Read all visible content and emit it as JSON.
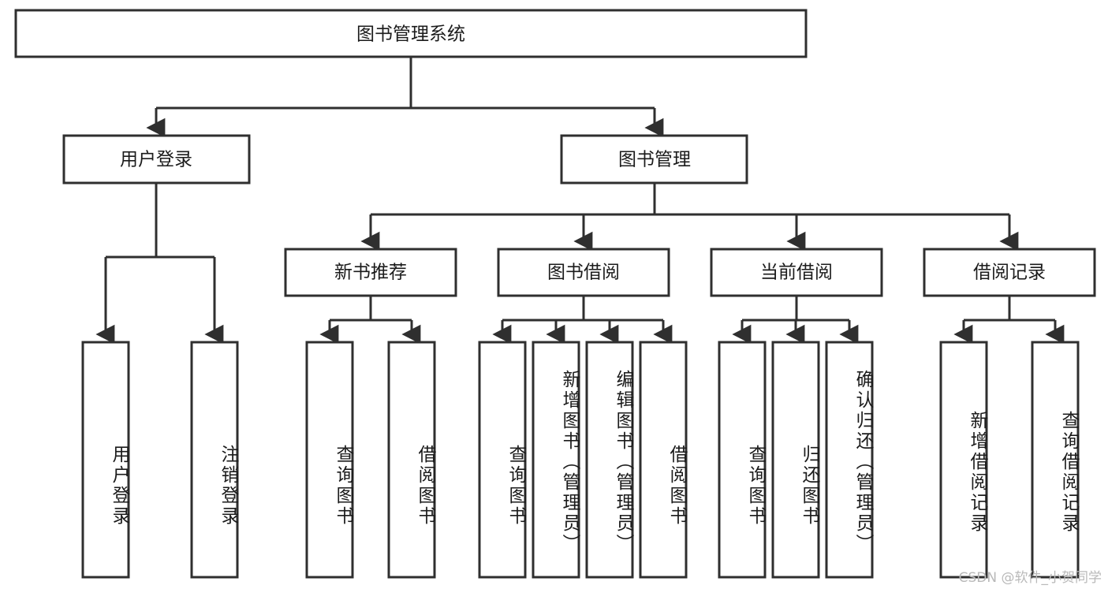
{
  "diagram": {
    "type": "tree",
    "title": "图书管理系统",
    "orientation": "top-down",
    "colors": {
      "box_stroke": "#2f2f2f",
      "box_fill": "#ffffff",
      "connector": "#2f2f2f",
      "text": "#1b1b1b",
      "background": "#ffffff",
      "watermark": "#b9b9b9"
    },
    "levels": {
      "root": {
        "label": "图书管理系统"
      },
      "level2": [
        {
          "label": "用户登录"
        },
        {
          "label": "图书管理"
        }
      ],
      "level3": [
        {
          "label": "新书推荐"
        },
        {
          "label": "图书借阅"
        },
        {
          "label": "当前借阅"
        },
        {
          "label": "借阅记录"
        }
      ],
      "leaves": {
        "user_login": [
          {
            "label": "用户登录"
          },
          {
            "label": "注销登录"
          }
        ],
        "new_book_recommend": [
          {
            "label": "查询图书"
          },
          {
            "label": "借阅图书"
          }
        ],
        "book_borrow": [
          {
            "label": "查询图书"
          },
          {
            "label": "新增图书（管理员）"
          },
          {
            "label": "编辑图书（管理员）"
          },
          {
            "label": "借阅图书"
          }
        ],
        "current_borrow": [
          {
            "label": "查询图书"
          },
          {
            "label": "归还图书"
          },
          {
            "label": "确认归还（管理员）"
          }
        ],
        "borrow_record": [
          {
            "label": "新增借阅记录"
          },
          {
            "label": "查询借阅记录"
          }
        ]
      }
    }
  },
  "watermark": {
    "text": "CSDN @软件_小贺同学"
  }
}
